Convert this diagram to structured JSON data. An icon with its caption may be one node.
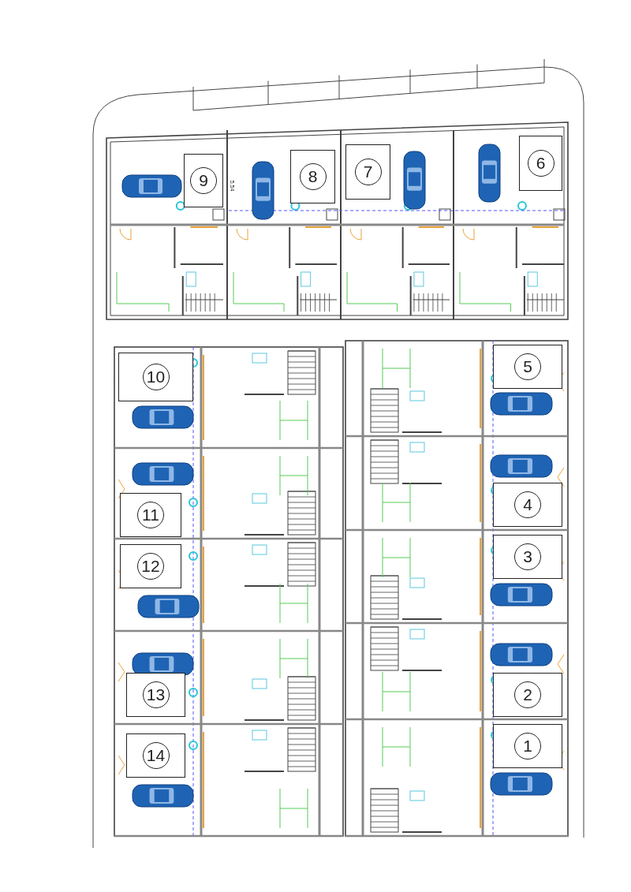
{
  "diagram": {
    "nodes": [
      {
        "text": [
          "9"
        ]
      },
      {
        "text": [
          "8"
        ]
      },
      {
        "text": [
          "7"
        ]
      },
      {
        "text": [
          "6"
        ]
      },
      {
        "text": [
          "10"
        ]
      },
      {
        "text": [
          "5"
        ]
      },
      {
        "text": [
          "11"
        ]
      },
      {
        "text": [
          "4"
        ]
      },
      {
        "text": [
          "12"
        ]
      },
      {
        "text": [
          "3"
        ]
      },
      {
        "text": [
          "13"
        ]
      },
      {
        "text": [
          "2"
        ]
      },
      {
        "text": [
          "14"
        ]
      },
      {
        "text": [
          "1"
        ]
      }
    ],
    "labels": [
      "5.54"
    ]
  }
}
